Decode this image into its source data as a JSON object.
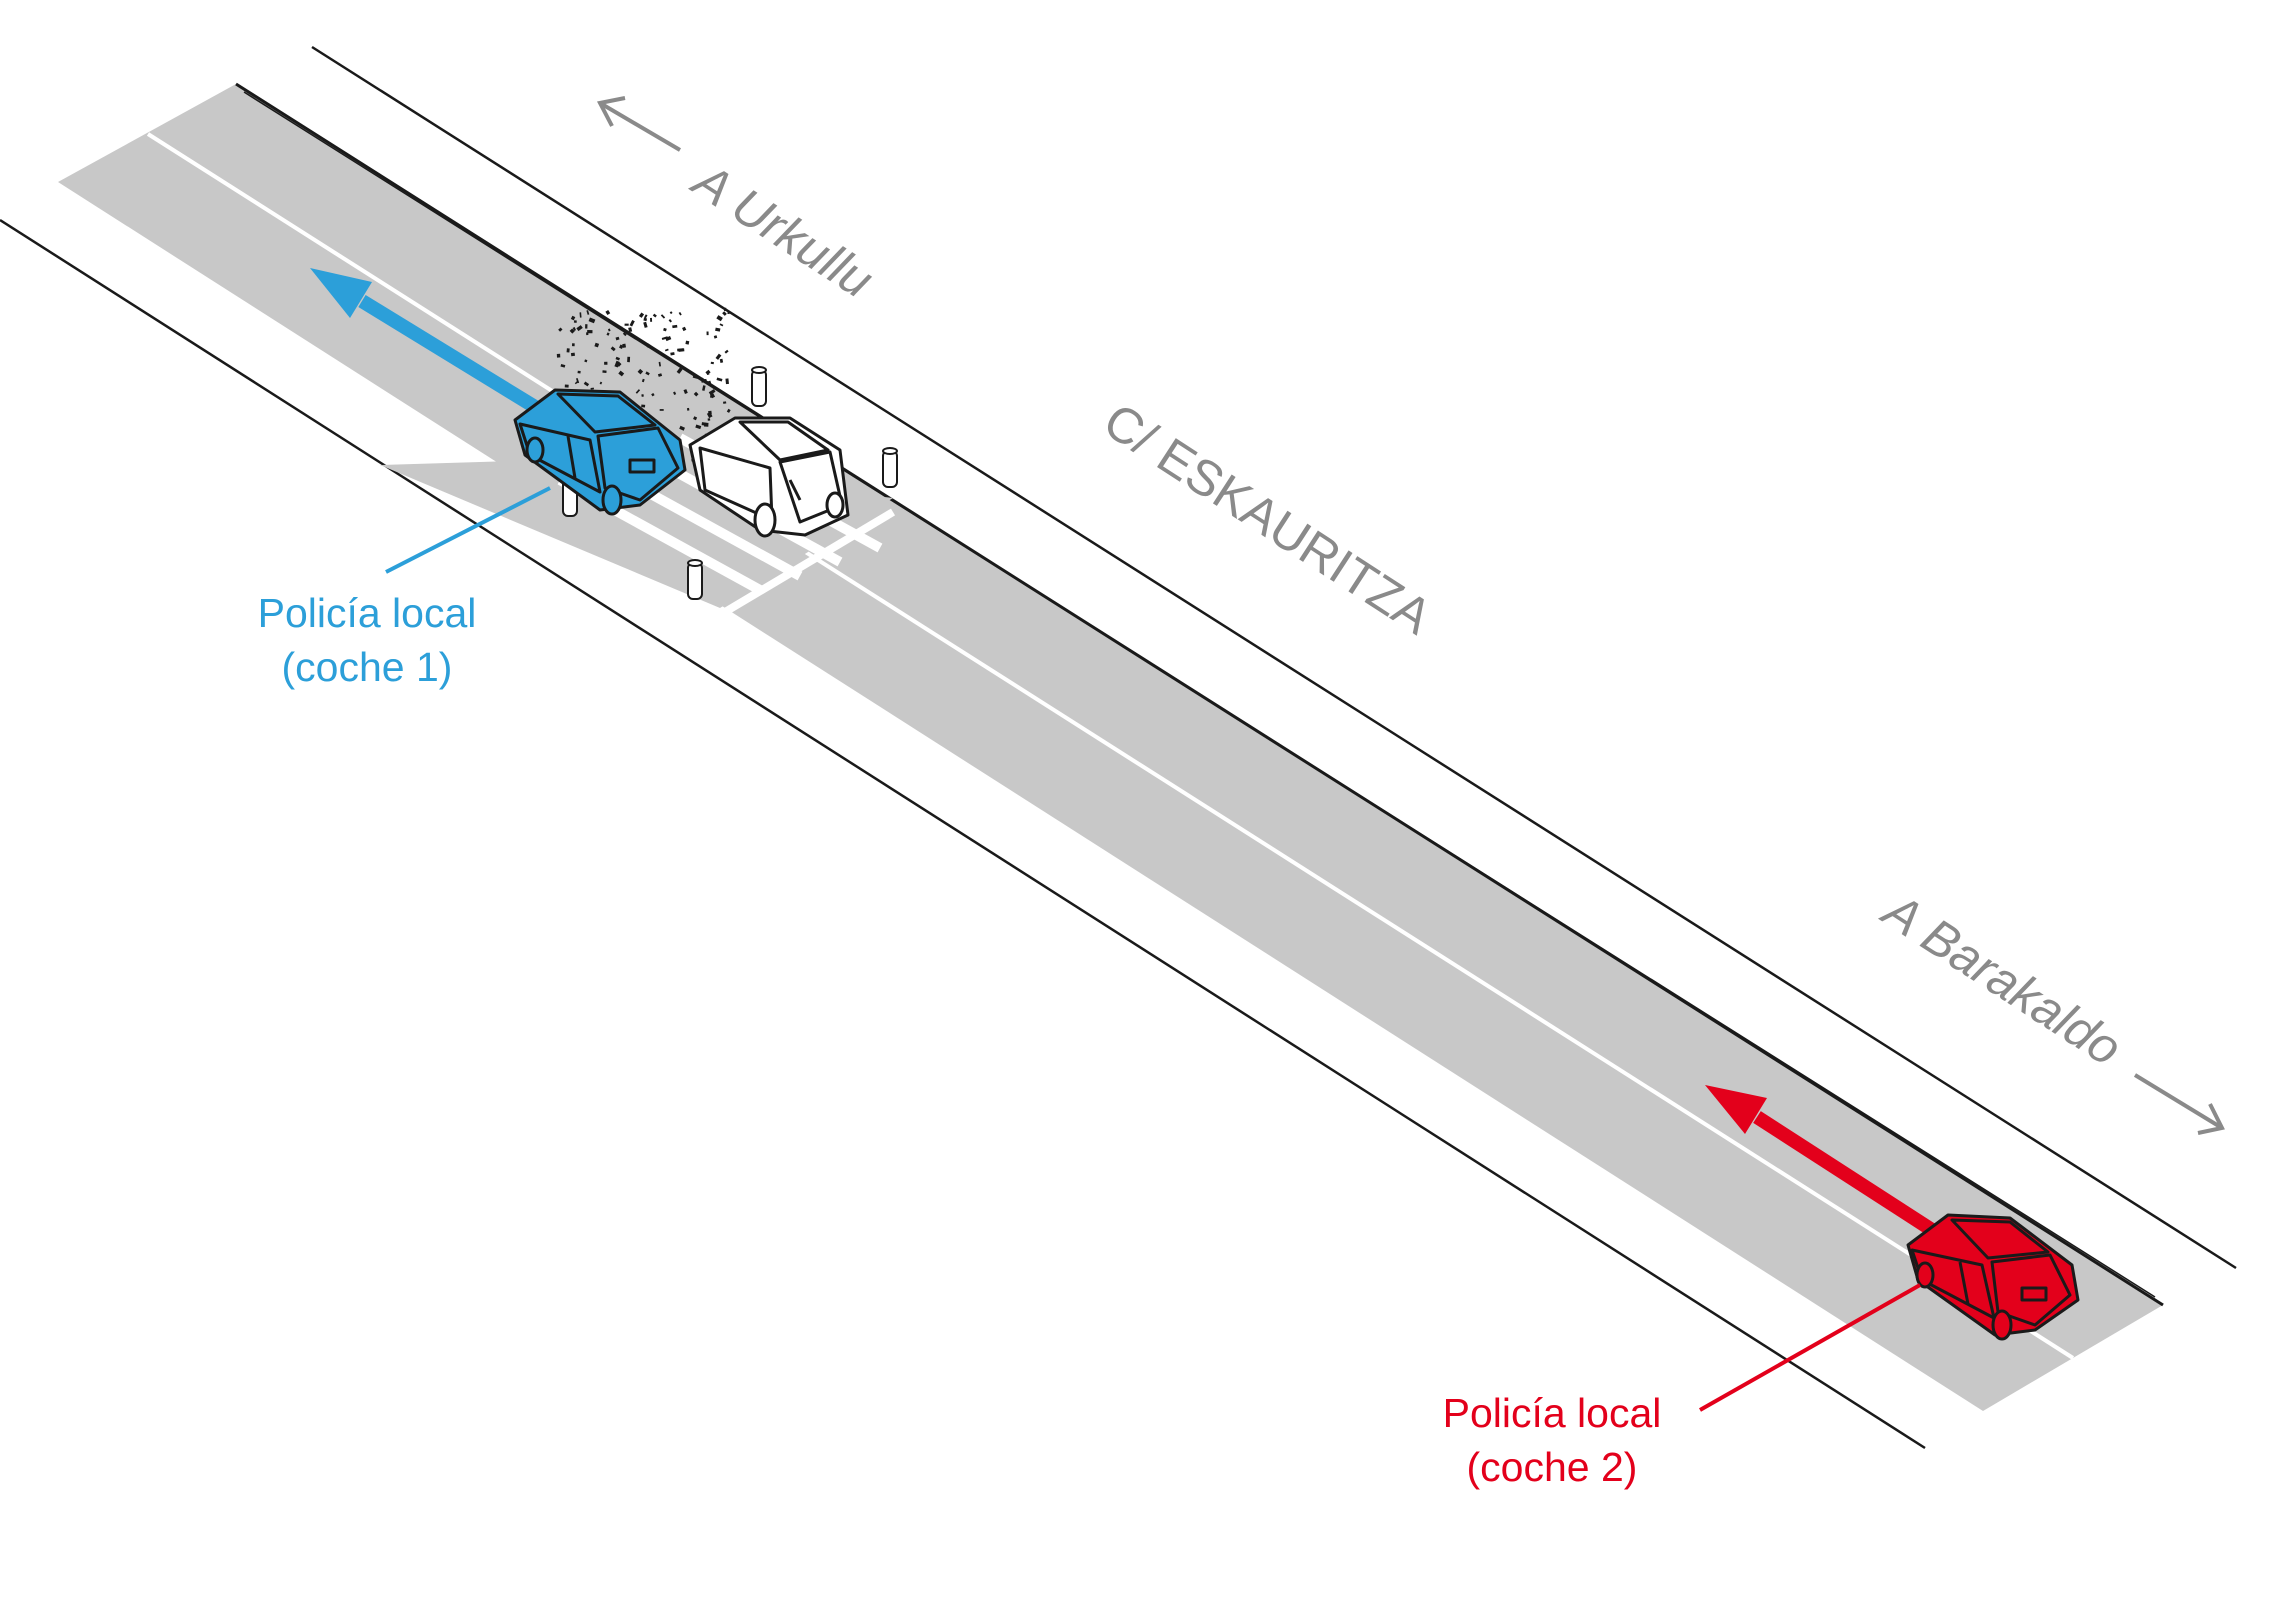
{
  "street": {
    "name": "C/ ESKAURITZA"
  },
  "directions": {
    "left_label": "A Urkullu",
    "right_label": "A Barakaldo"
  },
  "vehicles": {
    "car1": {
      "label_line1": "Policía local",
      "label_line2": "(coche 1)",
      "color": "#2c9fd9"
    },
    "car2": {
      "label_line1": "Policía local",
      "label_line2": "(coche 2)",
      "color": "#e3001b"
    },
    "other_car_color": "#ffffff"
  },
  "colors": {
    "road": "#c8c8c8",
    "road_line": "#ffffff",
    "outline": "#1a1a1a",
    "direction_text": "#8a8a8a"
  }
}
